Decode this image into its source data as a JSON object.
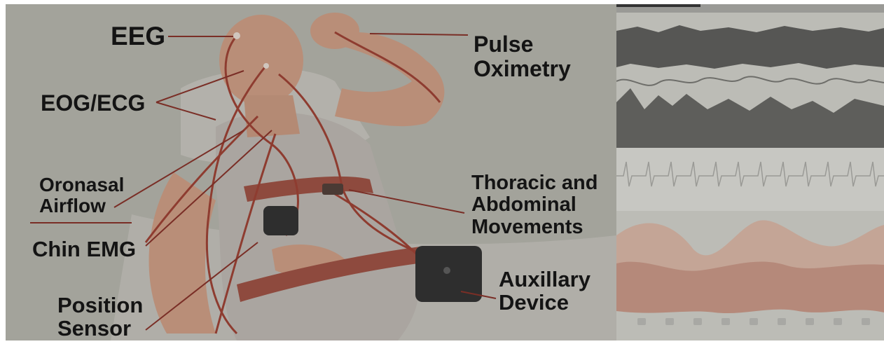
{
  "labels": {
    "eeg": "EEG",
    "pulse_oximetry": [
      "Pulse",
      "Oximetry"
    ],
    "eog_ecg": "EOG/ECG",
    "oronasal_airflow": [
      "Oronasal",
      "Airflow"
    ],
    "chin_emg": "Chin EMG",
    "position_sensor": [
      "Position",
      "Sensor"
    ],
    "thoracic_abdominal": [
      "Thoracic and",
      "Abdominal",
      "Movements"
    ],
    "auxillary_device": [
      "Auxillary",
      "Device"
    ]
  },
  "colors": {
    "background": "#a3a39b",
    "skin": "#b98e78",
    "gown": "#aaa5a0",
    "wire": "#8e3c30",
    "device": "#2e2e2e",
    "monitor": "#bcbcb6"
  },
  "monitor_icons": [
    "tool-icon",
    "grid-icon",
    "table-icon",
    "chart-icon",
    "window-icon",
    "window-icon",
    "window-icon",
    "window-icon",
    "window-icon",
    "window-icon"
  ]
}
